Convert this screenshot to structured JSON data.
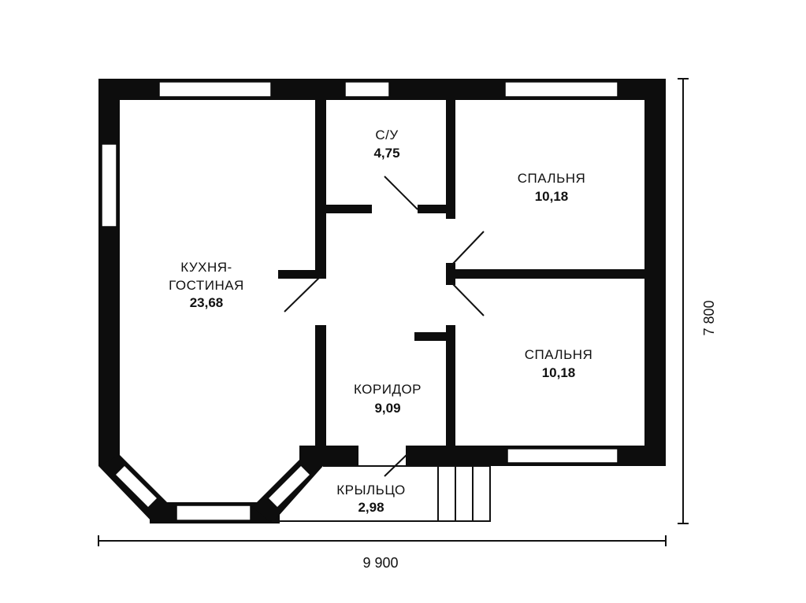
{
  "plan": {
    "colors": {
      "wall": "#0d0d0d",
      "window": "#ffffff",
      "line": "#111111",
      "background": "#ffffff"
    },
    "rooms": {
      "kitchen": {
        "name_line1": "КУХНЯ-",
        "name_line2": "ГОСТИНАЯ",
        "area": "23,68"
      },
      "bathroom": {
        "name": "С/У",
        "area": "4,75"
      },
      "bedroom_top": {
        "name": "СПАЛЬНЯ",
        "area": "10,18"
      },
      "bedroom_bottom": {
        "name": "СПАЛЬНЯ",
        "area": "10,18"
      },
      "corridor": {
        "name": "КОРИДОР",
        "area": "9,09"
      },
      "porch": {
        "name": "КРЫЛЬЦО",
        "area": "2,98"
      }
    },
    "dimensions": {
      "width": "9 900",
      "height": "7 800"
    }
  }
}
